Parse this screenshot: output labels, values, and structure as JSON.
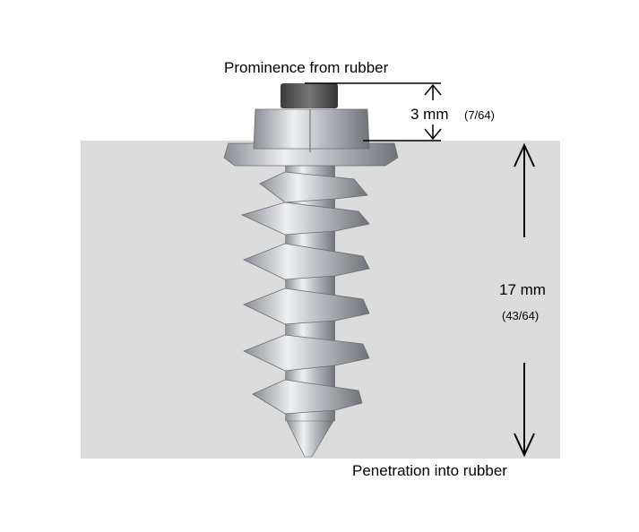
{
  "labels": {
    "prominence": "Prominence from rubber",
    "prominence_mm": "3 mm",
    "prominence_in": "(7/64)",
    "penetration_mm": "17 mm",
    "penetration_in": "(43/64)",
    "penetration": "Penetration into rubber"
  },
  "colors": {
    "rubber": "#dcdcdc",
    "metal": "#c8ccd0",
    "pin": "#555555"
  }
}
